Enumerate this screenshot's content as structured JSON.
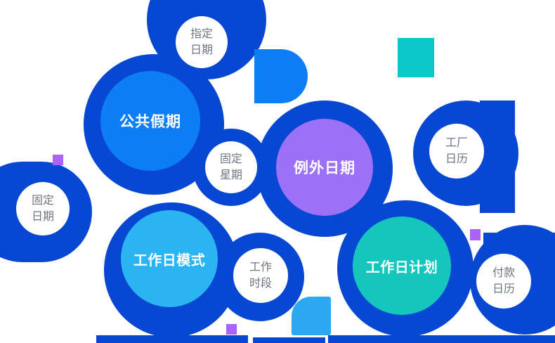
{
  "illustration": {
    "title_hint": "calendar-types-bubble-diagram",
    "bubbles": {
      "public_holidays": {
        "label": "公共假期",
        "color": "#0d7ef5"
      },
      "designated_date": {
        "label": "指定日期",
        "color": "#ffffff"
      },
      "fixed_week": {
        "label": "固定星期",
        "color": "#ffffff"
      },
      "fixed_date": {
        "label": "固定日期",
        "color": "#ffffff"
      },
      "exception_date": {
        "label": "例外日期",
        "color": "#9d71f5"
      },
      "factory_calendar": {
        "label": "工厂日历",
        "color": "#ffffff"
      },
      "workday_pattern": {
        "label": "工作日模式",
        "color": "#2ab4f2"
      },
      "work_period": {
        "label": "工作时段",
        "color": "#ffffff"
      },
      "workday_plan": {
        "label": "工作日计划",
        "color": "#15c6bd"
      },
      "payment_calendar": {
        "label": "付款日历",
        "color": "#ffffff"
      }
    },
    "colors": {
      "primary_dark_blue": "#0847d2",
      "bright_blue": "#0d7ef5",
      "sky_cyan": "#2ab4f2",
      "teal": "#15c6bd",
      "violet": "#9d71f5",
      "accent_purple_square": "#ab64fa",
      "accent_teal_square": "#0bc9c9",
      "accent_blue_round_square": "#2aa9f0",
      "satellite_label_gray": "#6f7680",
      "background": "#ffffff"
    }
  }
}
